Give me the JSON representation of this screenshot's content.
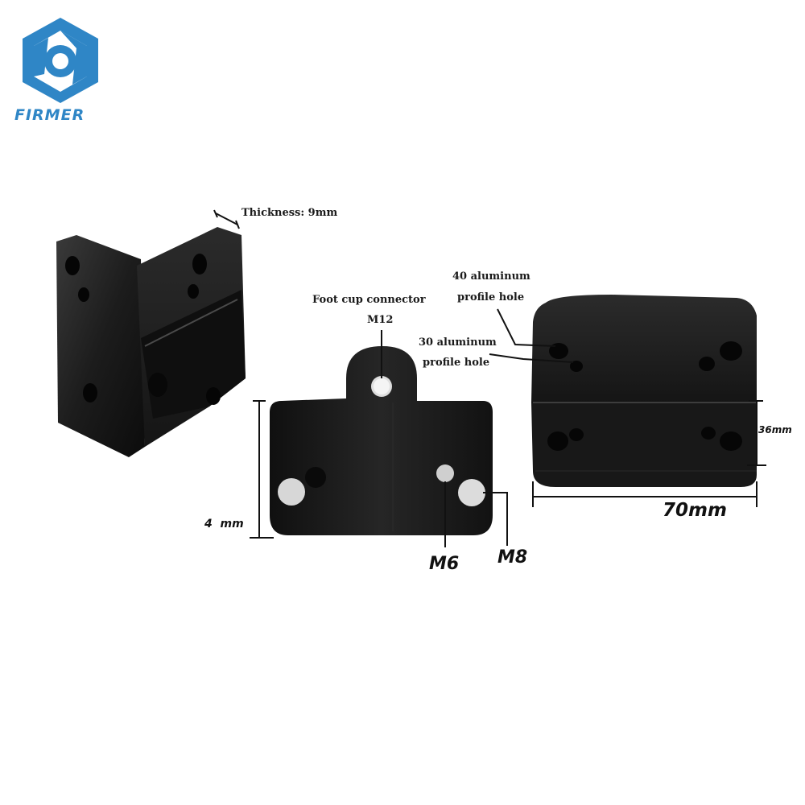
{
  "brand": {
    "name": "FIRMER",
    "logo_icon": "hexagon-bolt-icon",
    "color": "#2f86c6"
  },
  "annotations": {
    "thickness": "Thickness: 9mm",
    "foot_cup_connector": "Foot cup connector",
    "m12": "M12",
    "hole_40": "40 aluminum",
    "hole_40_line2": "profile hole",
    "hole_30": "30 aluminum",
    "hole_30_line2": "profile hole",
    "height_4mm": "4  mm",
    "m6": "M6",
    "m8": "M8",
    "height_36mm": "36mm",
    "width_70mm": "70mm"
  }
}
